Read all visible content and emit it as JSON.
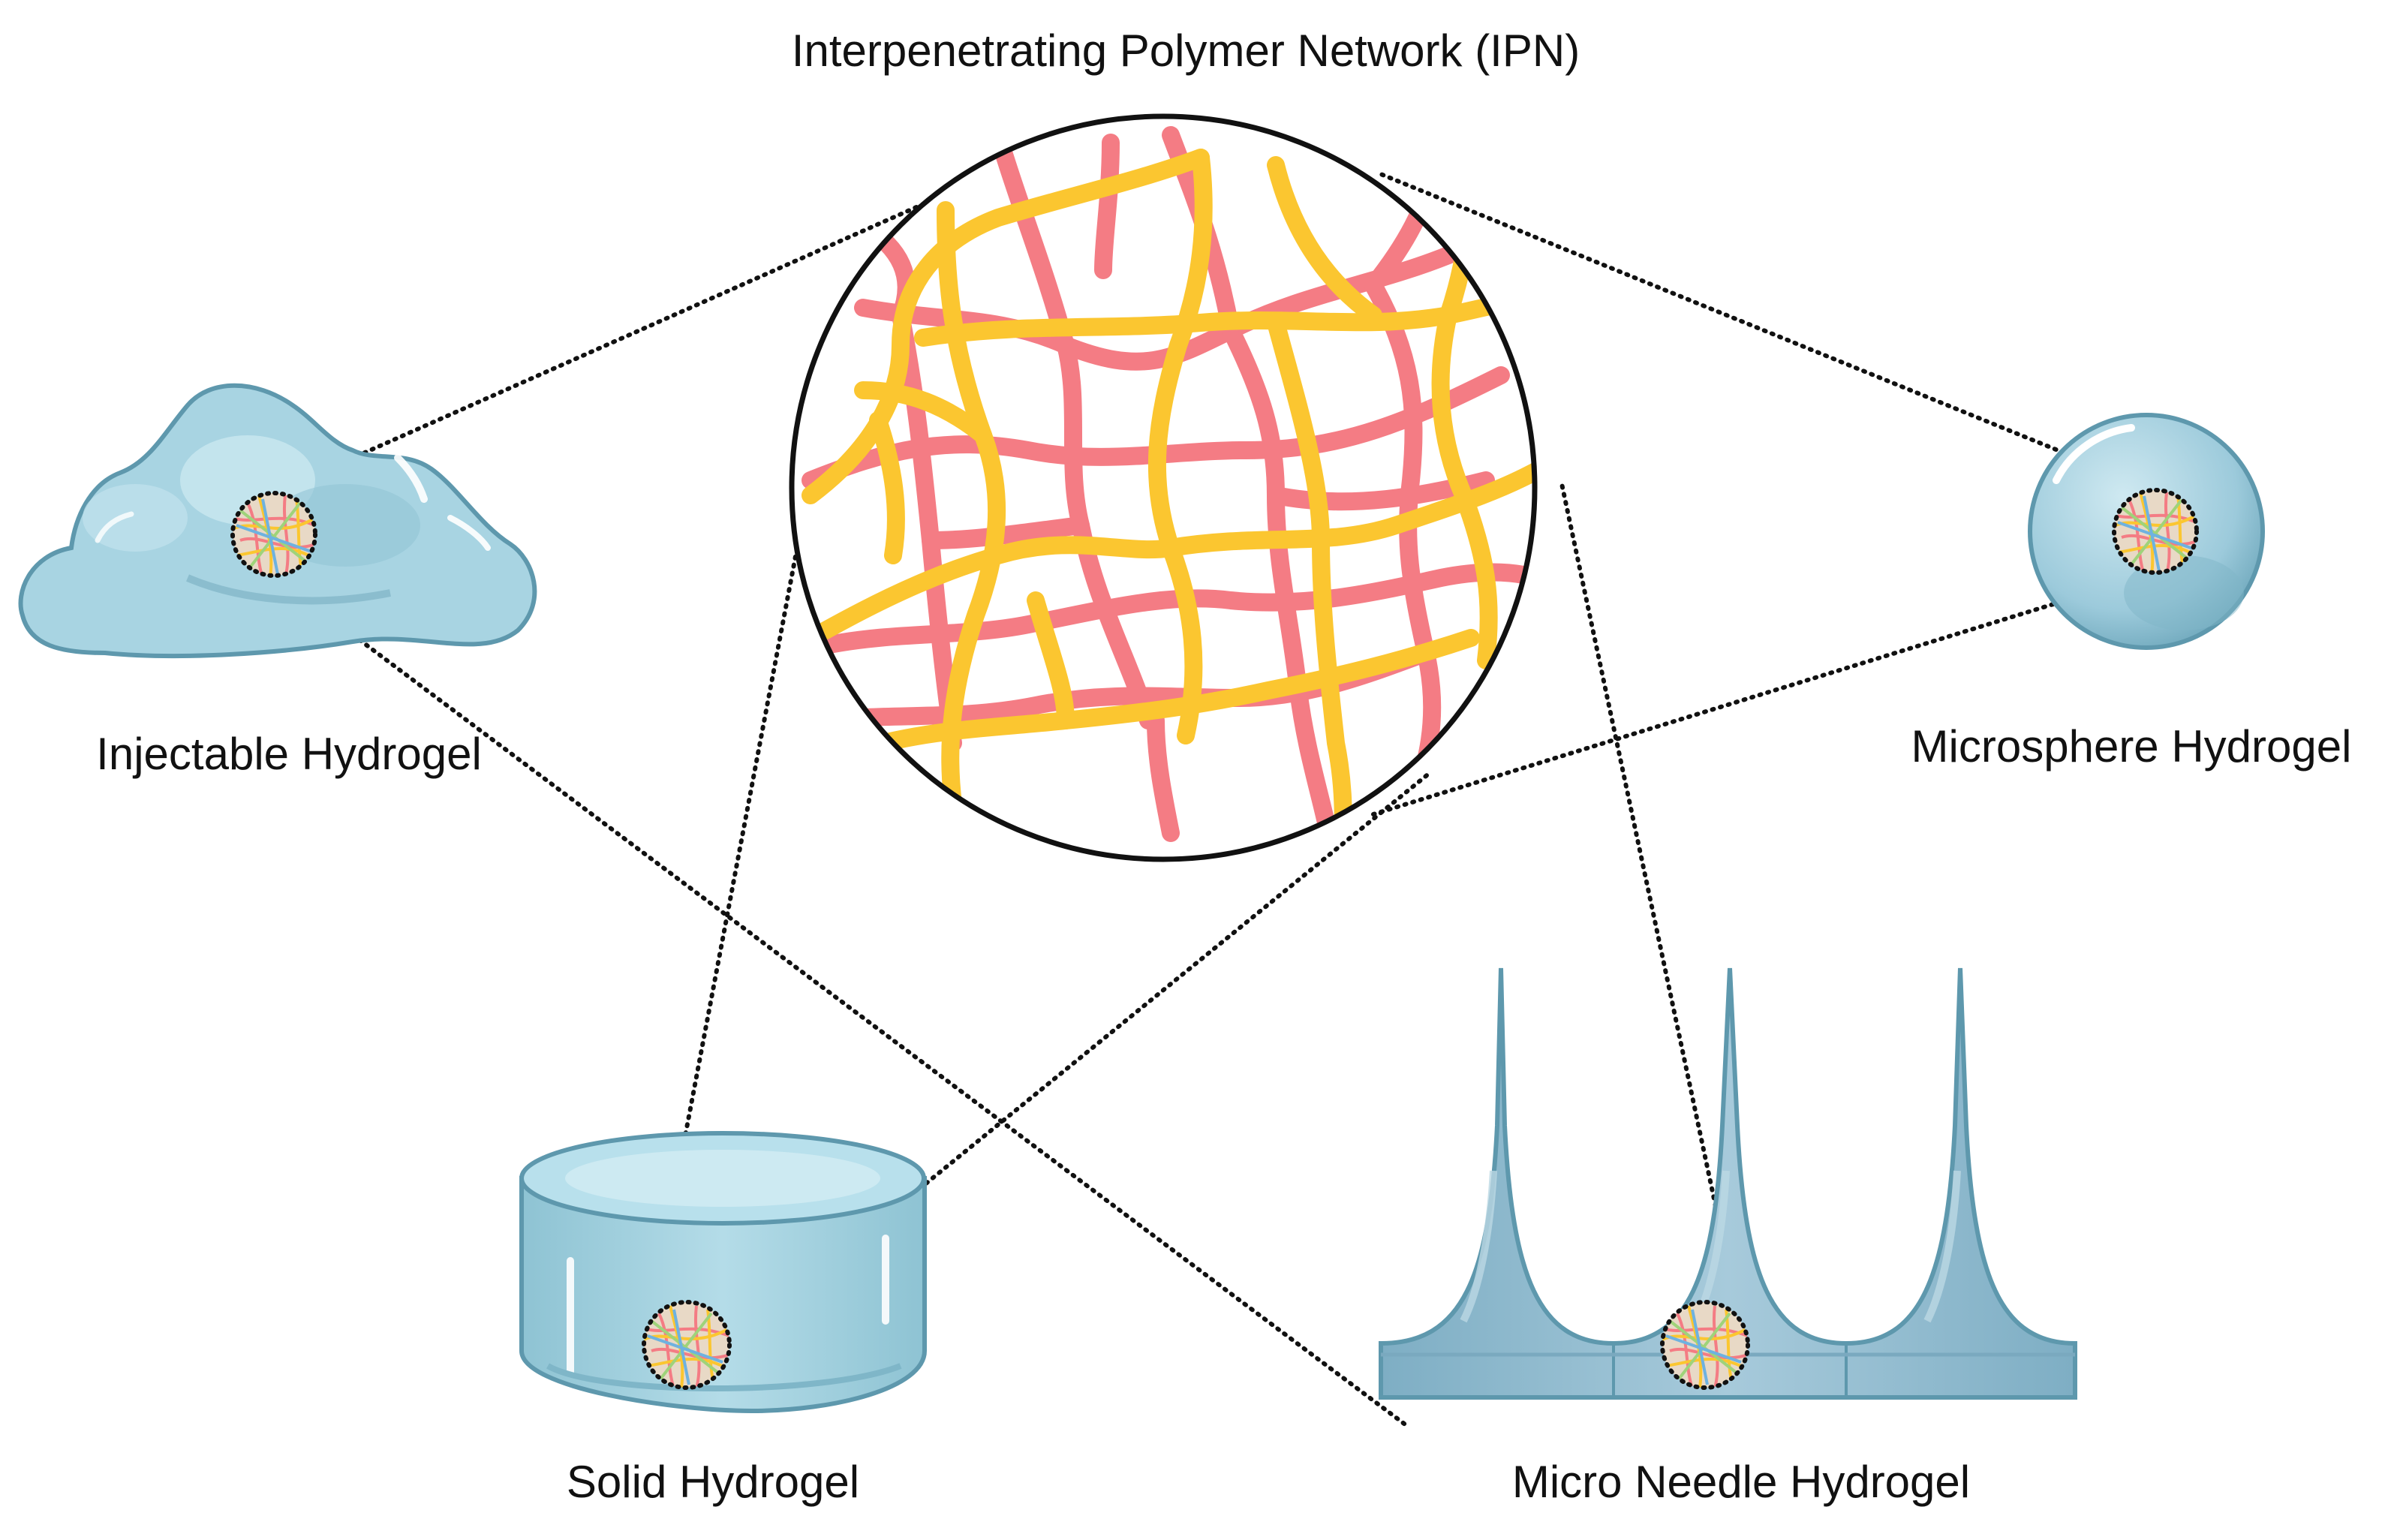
{
  "title": "Interpenetrating Polymer Network (IPN)",
  "labels": {
    "injectable": "Injectable Hydrogel",
    "microsphere": "Microsphere Hydrogel",
    "solid": "Solid Hydrogel",
    "microneedle": "Micro Needle Hydrogel"
  },
  "colors": {
    "network_pink": "#f47c84",
    "network_yellow": "#fbc630",
    "gel_fill": "#a9d5e2",
    "gel_dark": "#7fb6c8",
    "gel_outline": "#5e98ad",
    "needle_fill": "#93bdd1",
    "outline": "#111111"
  }
}
